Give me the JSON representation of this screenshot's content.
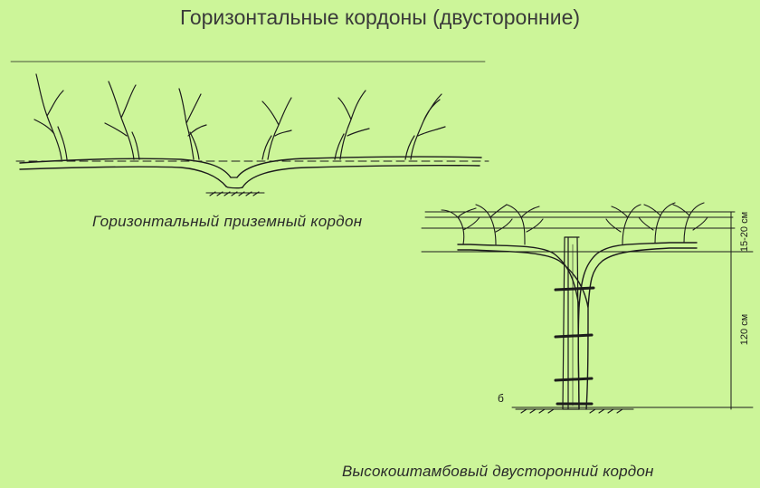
{
  "title": "Горизонтальные кордоны (двусторонние)",
  "diagram_ground": {
    "caption": "Горизонтальный приземный кордон"
  },
  "diagram_high": {
    "caption": "Высокоштамбовый двусторонний кордон",
    "dim_top": "15-20 см",
    "dim_trunk": "120 см",
    "fig_label": "б"
  },
  "colors": {
    "background": "#ccf599",
    "ink": "#1c1c1c"
  }
}
